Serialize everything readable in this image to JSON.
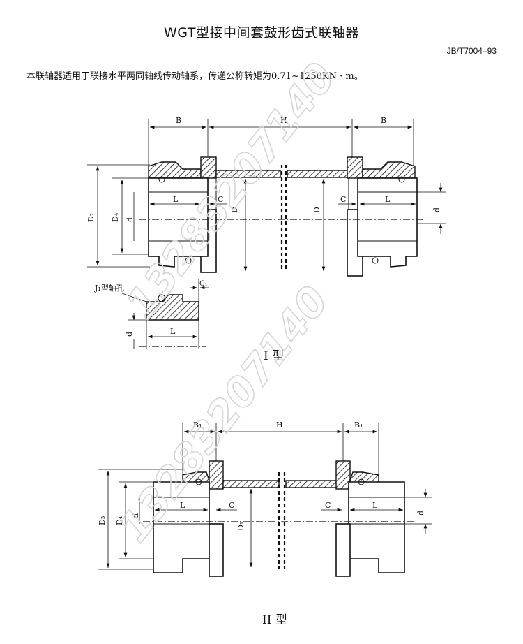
{
  "title": "WGT型接中间套鼓形齿式联轴器",
  "standard": "JB/T7004–93",
  "description": "本联轴器适用于联接水平两同轴线传动轴系，传递公称转矩为0.71~1250KN · m。",
  "type1": {
    "caption": "I 型",
    "dims": {
      "B_left": "B",
      "H": "H",
      "B_right": "B",
      "D2": "D₂",
      "D4": "D₄",
      "d_left": "d",
      "L_left": "L",
      "C_left": "C",
      "D_left": "D",
      "D_right": "D",
      "C_right": "C",
      "L_right": "L",
      "d_right": "d"
    },
    "detail": {
      "label": "J₁型轴孔",
      "C1": "C₁",
      "L": "L",
      "d": "d"
    }
  },
  "type2": {
    "caption": "II 型",
    "dims": {
      "B1_left": "B₁",
      "H": "H",
      "B1_right": "B₁",
      "D3": "D₃",
      "D4": "D₄",
      "d_left": "d",
      "L_left": "L",
      "C_left": "C",
      "D1": "D₁",
      "C_right": "C",
      "L_right": "L",
      "d_right": "d"
    }
  },
  "watermark": "13283207140"
}
